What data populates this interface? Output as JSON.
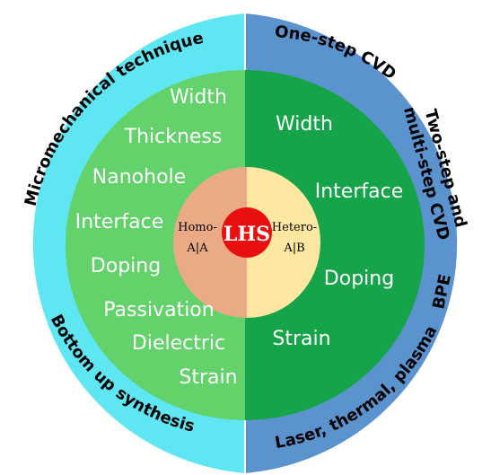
{
  "colors": {
    "outer_left": "#5ee6f2",
    "outer_right": "#5b93cf",
    "mid_left": "#63d26b",
    "mid_right": "#16a44a",
    "inner_left": "#eaaa86",
    "inner_right": "#fde7a1",
    "center": "#e90f10",
    "outline": "#ffffff"
  },
  "center_label": "LHS",
  "inner": {
    "left_line1": "Homo-",
    "left_line2": "A|A",
    "right_line1": "Hetero-",
    "right_line2": "A|B"
  },
  "left_properties": [
    "Width",
    "Thickness",
    "Nanohole",
    "Interface",
    "Doping",
    "Passivation",
    "Dielectric",
    "Strain"
  ],
  "right_properties": [
    "Width",
    "Interface",
    "Doping",
    "Strain"
  ],
  "outer_left": {
    "top_arc": "Micromechanical technique",
    "bottom_arc": "Bottom up synthesis"
  },
  "outer_right": {
    "top_arc": "One-step CVD",
    "right_line1": "Two-step and",
    "right_line2": "multi-step CVD",
    "bpe": "BPE",
    "bottom_arc": "Laser, thermal, plasma"
  }
}
